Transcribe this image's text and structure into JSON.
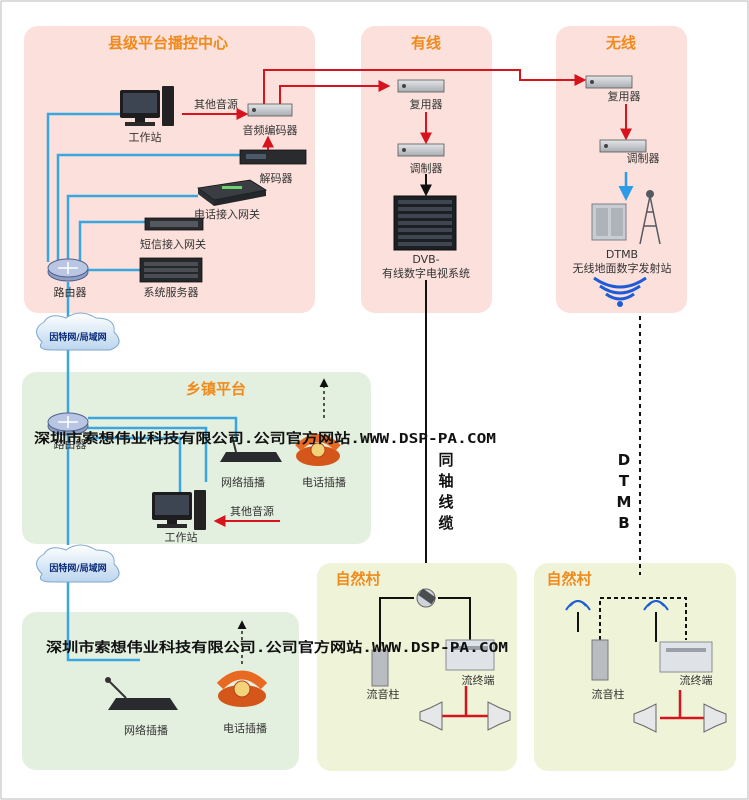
{
  "panels": {
    "county": "县级平台播控中心",
    "wired": "有线",
    "wireless": "无线",
    "town": "乡镇平台",
    "village_wired": "自然村",
    "village_wireless": "自然村"
  },
  "county_devices": {
    "workstation": "工作站",
    "other_audio": "其他音源",
    "audio_encoder": "音频编码器",
    "decoder": "解码器",
    "phone_gateway": "电话接入网关",
    "sms_gateway": "短信接入网关",
    "router": "路由器",
    "system_server": "系统服务器"
  },
  "wired_devices": {
    "multiplexer": "复用器",
    "modulator": "调制器",
    "dvb_line1": "DVB-",
    "dvb_line2": "有线数字电视系统"
  },
  "wireless_devices": {
    "multiplexer": "复用器",
    "modulator": "调制器",
    "dtmb_line1": "DTMB",
    "dtmb_line2": "无线地面数字发射站"
  },
  "clouds": {
    "upper": "因特网/局域网",
    "lower": "因特网/局域网"
  },
  "town_devices": {
    "router": "路由器",
    "network_pager": "网络插播",
    "phone_insert": "电话插播",
    "workstation": "工作站",
    "other_audio": "其他音源"
  },
  "bottom_devices": {
    "network_pager": "网络插播",
    "phone_insert": "电话插播"
  },
  "cables": {
    "coax": [
      "同",
      "轴",
      "线",
      "缆"
    ],
    "dtmb": [
      "D",
      "T",
      "M",
      "B"
    ]
  },
  "village_wired_devices": {
    "column": "流音柱",
    "terminal": "流终端"
  },
  "village_wireless_devices": {
    "column": "流音柱",
    "terminal": "流终端"
  },
  "watermarks": {
    "upper": "深圳市索想伟业科技有限公司.公司官方网站.WWW.DSP-PA.COM",
    "lower": "深圳市索想伟业科技有限公司.公司官方网站.WWW.DSP-PA.COM"
  },
  "colors": {
    "county_bg": "#fbe0dc",
    "green_bg": "#e4f0df",
    "village_bg": "#eff4d8",
    "title": "#f08a1c",
    "line_blue": "#3aa6e0",
    "arrow_red": "#d7141e"
  }
}
